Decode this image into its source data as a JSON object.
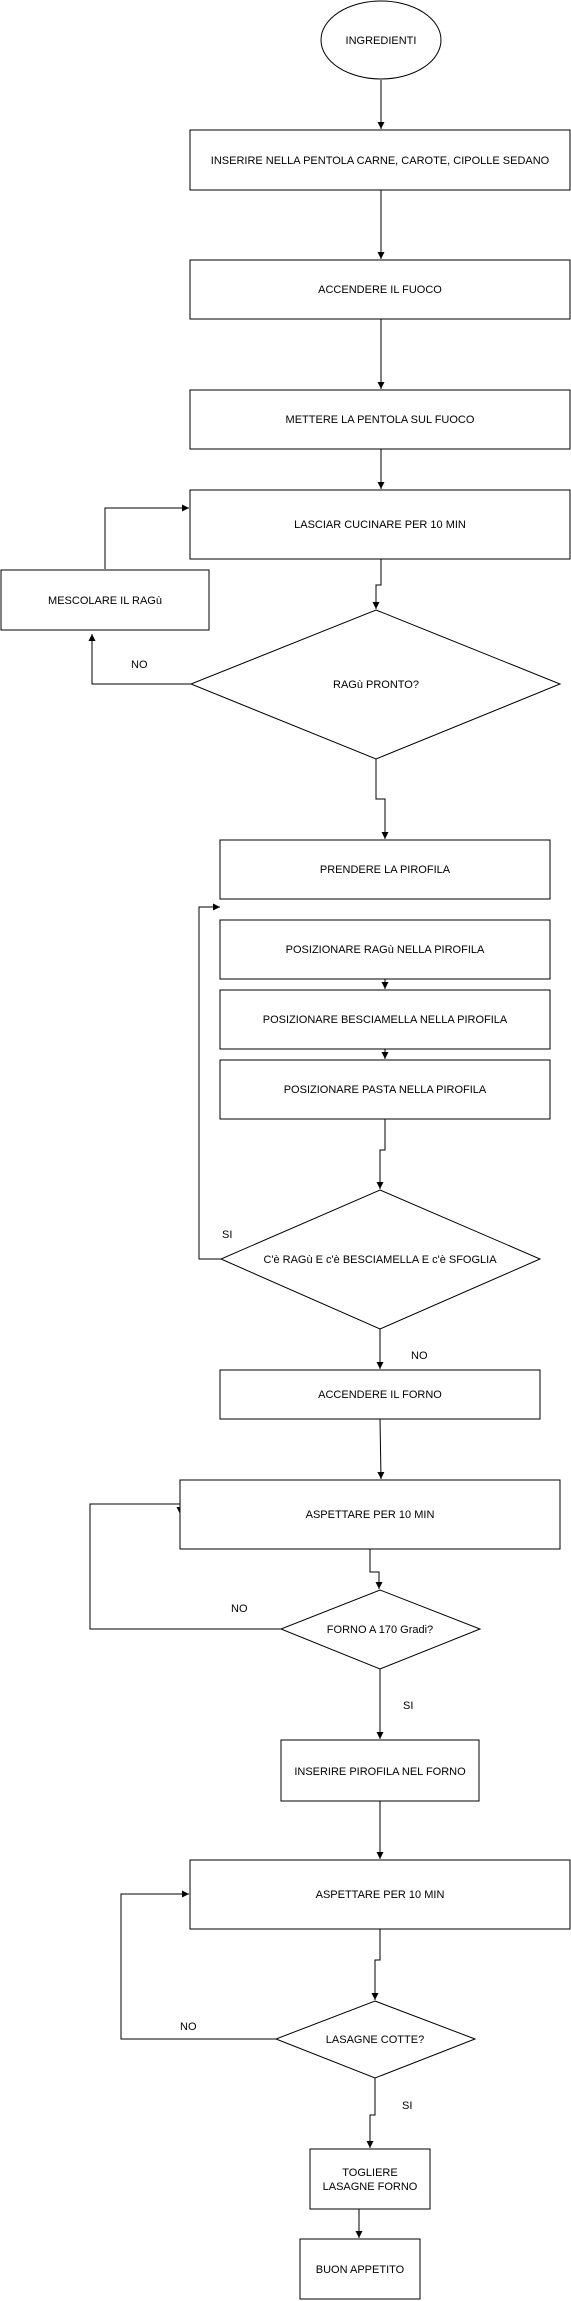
{
  "nodes": {
    "start": "INGREDIENTI",
    "step_pot": "INSERIRE NELLA PENTOLA CARNE, CAROTE, CIPOLLE SEDANO",
    "step_fire": "ACCENDERE IL FUOCO",
    "step_pot_on_fire": "METTERE LA PENTOLA SUL FUOCO",
    "step_cook": "LASCIAR CUCINARE PER 10 MIN",
    "step_stir": "MESCOLARE IL RAGù",
    "dec_ragu": "RAGù PRONTO?",
    "step_dish": "PRENDERE LA PIROFILA",
    "step_layer_ragu": "POSIZIONARE RAGù NELLA PIROFILA",
    "step_layer_bech": "POSIZIONARE BESCIAMELLA NELLA PIROFILA",
    "step_layer_pasta": "POSIZIONARE PASTA NELLA PIROFILA",
    "dec_layers": "C'è RAGù E c'è BESCIAMELLA E c'è SFOGLIA",
    "step_oven": "ACCENDERE IL FORNO",
    "step_wait1": "ASPETTARE PER 10 MIN",
    "dec_oven_temp": "FORNO A 170 Gradi?",
    "step_insert": "INSERIRE PIROFILA NEL FORNO",
    "step_wait2": "ASPETTARE PER 10 MIN",
    "dec_cooked": "LASAGNE COTTE?",
    "step_remove_1": "TOGLIERE",
    "step_remove_2": "LASAGNE FORNO",
    "end": "BUON APPETITO"
  },
  "edge_labels": {
    "ragu_no": "NO",
    "layers_si": "SI",
    "layers_no": "NO",
    "oven_no": "NO",
    "oven_si": "SI",
    "cooked_no": "NO",
    "cooked_si": "SI"
  }
}
